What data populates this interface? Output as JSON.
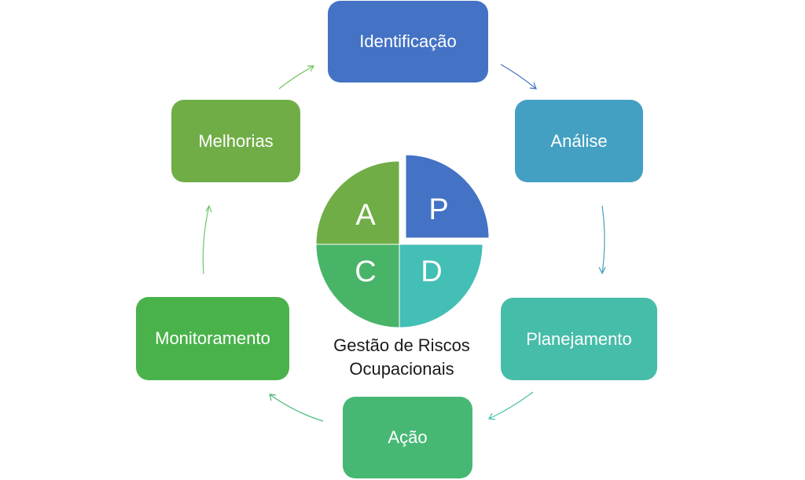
{
  "diagram": {
    "title": "Gestão de Riscos Ocupacionais",
    "title_lines": [
      "Gestão de Riscos",
      "Ocupacionais"
    ],
    "cycle_nodes": [
      {
        "id": "identificacao",
        "label": "Identificação",
        "color": "#4472C4"
      },
      {
        "id": "analise",
        "label": "Análise",
        "color": "#43A0C2"
      },
      {
        "id": "planejamento",
        "label": "Planejamento",
        "color": "#46BDA8"
      },
      {
        "id": "acao",
        "label": "Ação",
        "color": "#47B874"
      },
      {
        "id": "monitoramento",
        "label": "Monitoramento",
        "color": "#4AB24B"
      },
      {
        "id": "melhorias",
        "label": "Melhorias",
        "color": "#70AD47"
      }
    ],
    "cycle_flow": [
      "identificacao",
      "analise",
      "planejamento",
      "acao",
      "monitoramento",
      "melhorias",
      "identificacao"
    ],
    "pdca": [
      {
        "quadrant": "top-right",
        "letter": "P",
        "color": "#4472C4",
        "exploded": true
      },
      {
        "quadrant": "bottom-right",
        "letter": "D",
        "color": "#43BFB5"
      },
      {
        "quadrant": "bottom-left",
        "letter": "C",
        "color": "#48B468"
      },
      {
        "quadrant": "top-left",
        "letter": "A",
        "color": "#70AD47"
      }
    ],
    "arrow_colors": {
      "identificacao_to_analise": "#4472C4",
      "analise_to_planejamento": "#43A0C2",
      "planejamento_to_acao": "#46BDA8",
      "acao_to_monitoramento": "#47B874",
      "monitoramento_to_melhorias": "#70C46A",
      "melhorias_to_identificacao": "#70C050"
    }
  }
}
